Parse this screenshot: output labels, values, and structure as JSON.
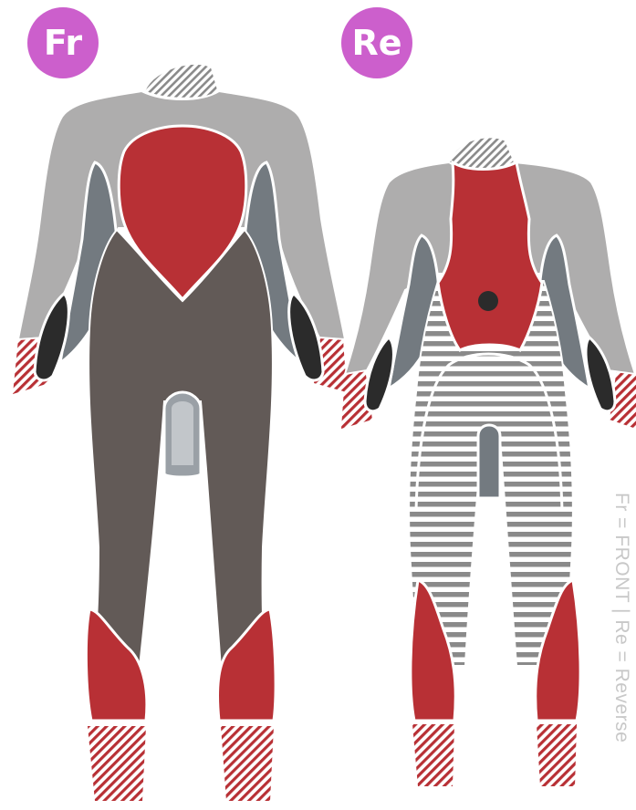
{
  "badges": {
    "front": "Fr",
    "back": "Re"
  },
  "legend": "Fr = FRONT | Re = Reverse",
  "colors": {
    "badge": "#cc5fcc",
    "light_grey": "#aeadad",
    "mid_grey": "#737a80",
    "dark_grey": "#625a57",
    "red": "#b83035",
    "black": "#2b2b2b",
    "stripe_grey": "#8a8a8a",
    "legend": "#c8c8c8"
  }
}
